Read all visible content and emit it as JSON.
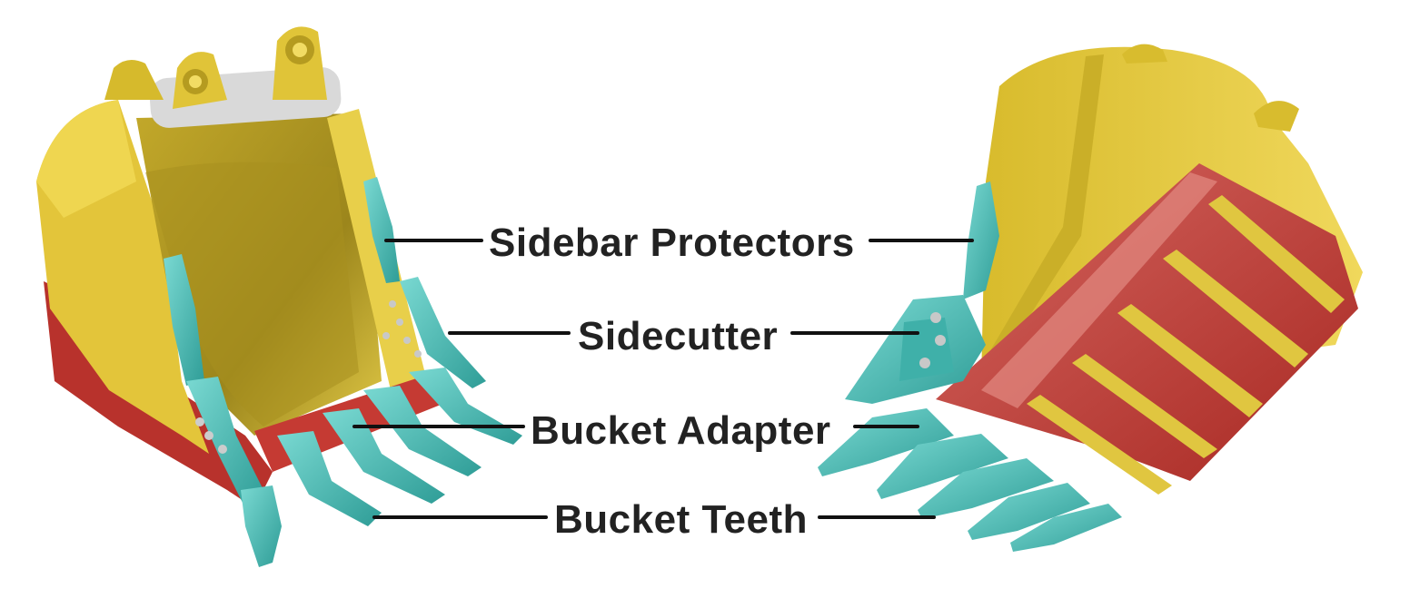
{
  "labels": {
    "sidebar_protectors": "Sidebar Protectors",
    "sidecutter": "Sidecutter",
    "bucket_adapter": "Bucket Adapter",
    "bucket_teeth": "Bucket Teeth"
  },
  "colors": {
    "bucket_yellow": "#e3c53a",
    "bucket_yellow_dark": "#b49a1e",
    "bucket_red": "#b8322c",
    "bucket_red_light": "#d9706a",
    "parts_teal": "#4fc7c0",
    "parts_teal_dark": "#2a8f8a",
    "leader_line": "#111111",
    "label_text": "#222222"
  },
  "icons": {
    "left_bucket": "excavator-bucket-front-view",
    "right_bucket": "excavator-bucket-rear-view"
  }
}
